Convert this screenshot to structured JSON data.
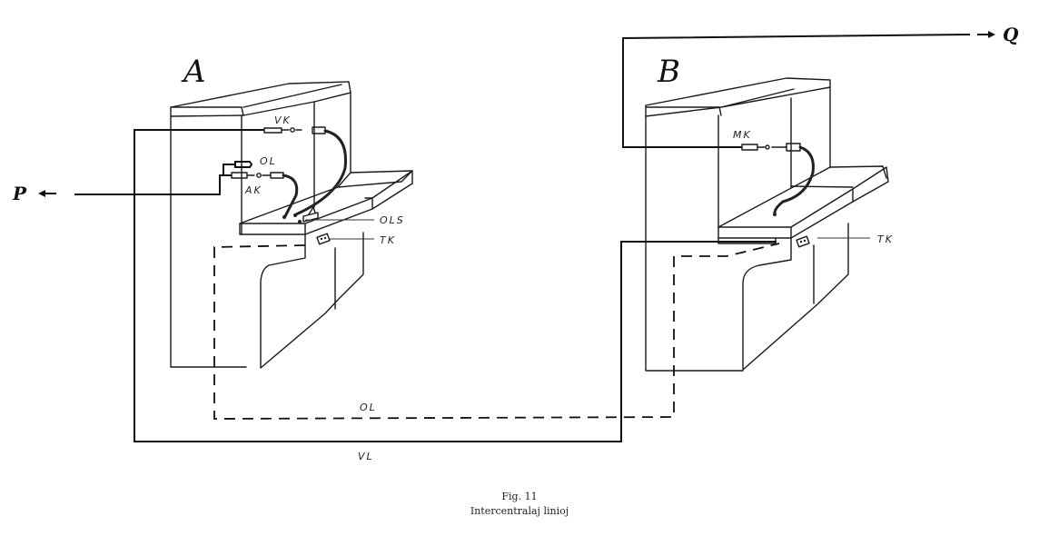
{
  "figure": {
    "number_label": "Fig. 11",
    "caption": "Intercentralaj linioj"
  },
  "stations": {
    "a": {
      "label": "A"
    },
    "b": {
      "label": "B"
    }
  },
  "endpoints": {
    "p": {
      "label": "P"
    },
    "q": {
      "label": "Q"
    }
  },
  "component_labels": {
    "vk": "VK",
    "ol_jack": "OL",
    "ak": "AK",
    "ols": "OLS",
    "tk_a": "TK",
    "mk": "MK",
    "tk_b": "TK"
  },
  "line_labels": {
    "ol_line": "OL",
    "vl_line": "VL"
  }
}
